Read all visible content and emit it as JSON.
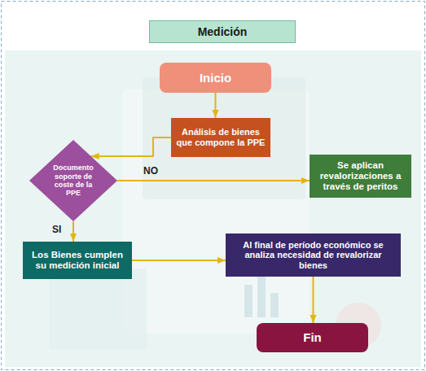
{
  "diagram": {
    "title": "Medición",
    "nodes": [
      {
        "text": [
          "Inicio"
        ]
      },
      {
        "text": [
          "Análisis de bienes que compone la PPE"
        ]
      },
      {
        "text": [
          "Documento soporte de coste de la PPE"
        ]
      },
      {
        "text": [
          "Se aplican revalorizaciones a través de peritos"
        ]
      },
      {
        "text": [
          "Los Bienes cumplen su medición inicial"
        ]
      },
      {
        "text": [
          "Al final de período económico se analiza necesidad de revalorizar bienes"
        ]
      },
      {
        "text": [
          "Fin"
        ]
      }
    ],
    "edges": [
      {
        "from": 0,
        "to": 1,
        "arrow": "to"
      },
      {
        "from": 1,
        "to": 2,
        "arrow": "to"
      },
      {
        "from": 2,
        "to": 3,
        "arrow": "to",
        "label": "NO"
      },
      {
        "from": 2,
        "to": 4,
        "arrow": "to",
        "label": "SI"
      },
      {
        "from": 4,
        "to": 5,
        "arrow": "to"
      },
      {
        "from": 5,
        "to": 6,
        "arrow": "to"
      }
    ]
  }
}
